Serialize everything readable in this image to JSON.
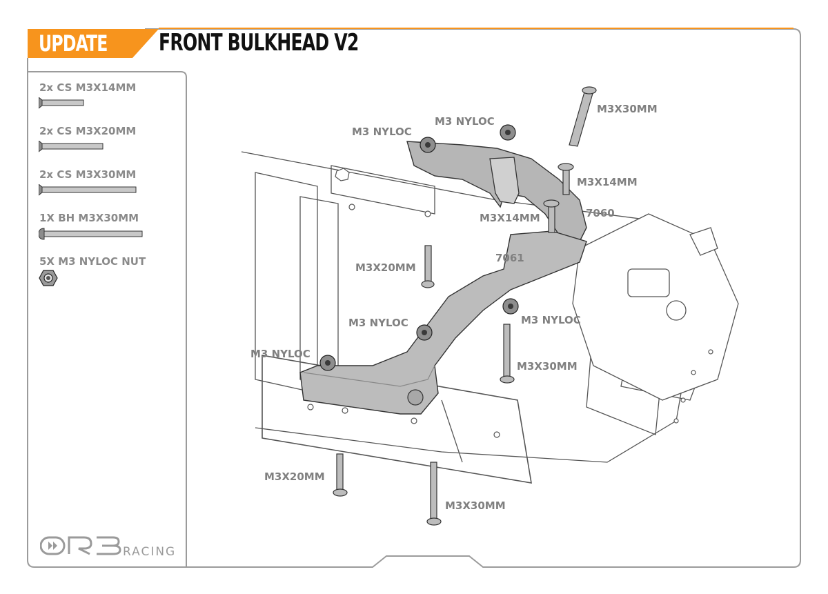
{
  "header": {
    "badge": "UPDATE",
    "title": "FRONT BULKHEAD V2",
    "accent_color": "#f7941d"
  },
  "parts": [
    {
      "label": "2x CS M3X14MM",
      "icon": "countersunk-screw-icon"
    },
    {
      "label": "2x CS M3X20MM",
      "icon": "countersunk-screw-icon"
    },
    {
      "label": "2x CS M3X30MM",
      "icon": "countersunk-screw-icon"
    },
    {
      "label": "1X BH M3X30MM",
      "icon": "button-head-screw-icon"
    },
    {
      "label": "5X M3 NYLOC NUT",
      "icon": "nyloc-nut-icon"
    }
  ],
  "callouts": [
    "M3X30MM",
    "M3 NYLOC",
    "M3 NYLOC",
    "M3X14MM",
    "7060",
    "M3X14MM",
    "7061",
    "M3X20MM",
    "M3 NYLOC",
    "M3 NYLOC",
    "M3 NYLOC",
    "M3X30MM",
    "M3X20MM",
    "M3X30MM"
  ],
  "brand": {
    "mark": "ORB",
    "text": "RACING"
  }
}
